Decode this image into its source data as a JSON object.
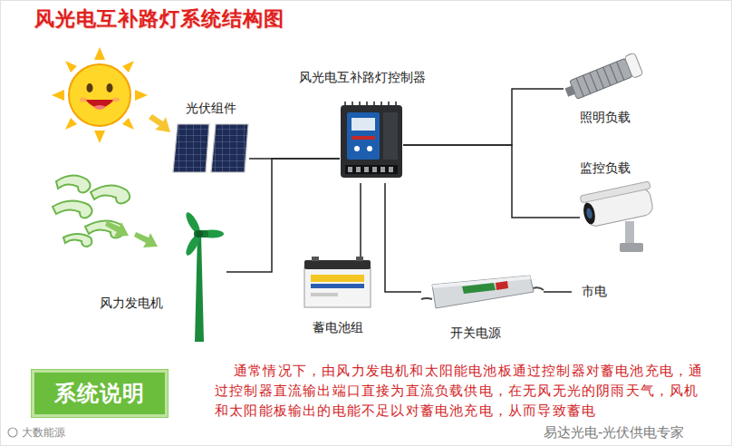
{
  "diagram": {
    "title": "风光电互补路灯系统结构图",
    "nodes": [
      {
        "text": [
          "光伏组件"
        ]
      },
      {
        "text": [
          "风光电互补路灯控制器"
        ]
      },
      {
        "text": [
          "照明负载"
        ]
      },
      {
        "text": [
          "监控负载"
        ]
      },
      {
        "text": [
          "风力发电机"
        ]
      },
      {
        "text": [
          "蓄电池组"
        ]
      },
      {
        "text": [
          "开关电源"
        ]
      },
      {
        "text": [
          "市电"
        ]
      },
      {
        "text": [
          "系统说明"
        ]
      }
    ],
    "edges": [
      {
        "from": 0,
        "to": 1,
        "arrow": "none"
      },
      {
        "from": 4,
        "to": 1,
        "arrow": "none"
      },
      {
        "from": 1,
        "to": 5,
        "arrow": "none"
      },
      {
        "from": 1,
        "to": 6,
        "arrow": "none"
      },
      {
        "from": 6,
        "to": 7,
        "arrow": "none"
      },
      {
        "from": 1,
        "to": 2,
        "arrow": "none"
      },
      {
        "from": 1,
        "to": 3,
        "arrow": "none"
      }
    ],
    "labels": [
      "通常情况下，由风力发电机和太阳能电池板通过控制器对蓄电池充电，通过控制器直流输出端口直接为直流负载供电，在无风无光的阴雨天气，风机和太阳能板输出的电能不足以对蓄电池充电，从而导致蓄电",
      "大数能源",
      "易达光电-光伏供电专家"
    ]
  }
}
